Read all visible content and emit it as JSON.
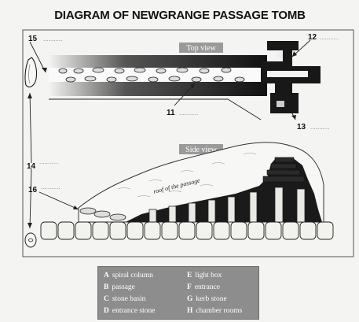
{
  "title": "DIAGRAM OF NEWGRANGE PASSAGE TOMB",
  "views": {
    "top": "Top view",
    "side": "Side view"
  },
  "roof_label": "roof of the passage",
  "numbers": {
    "n11": "11",
    "n12": "12",
    "n13": "13",
    "n14": "14",
    "n15": "15",
    "n16": "16"
  },
  "answer_blank": "...........",
  "legend": [
    {
      "key": "A",
      "text": "spiral column"
    },
    {
      "key": "E",
      "text": "light box"
    },
    {
      "key": "B",
      "text": "passage"
    },
    {
      "key": "F",
      "text": "entrance"
    },
    {
      "key": "C",
      "text": "stone basin"
    },
    {
      "key": "G",
      "text": "kerb stone"
    },
    {
      "key": "D",
      "text": "entrance stone"
    },
    {
      "key": "H",
      "text": "chamber rooms"
    }
  ]
}
